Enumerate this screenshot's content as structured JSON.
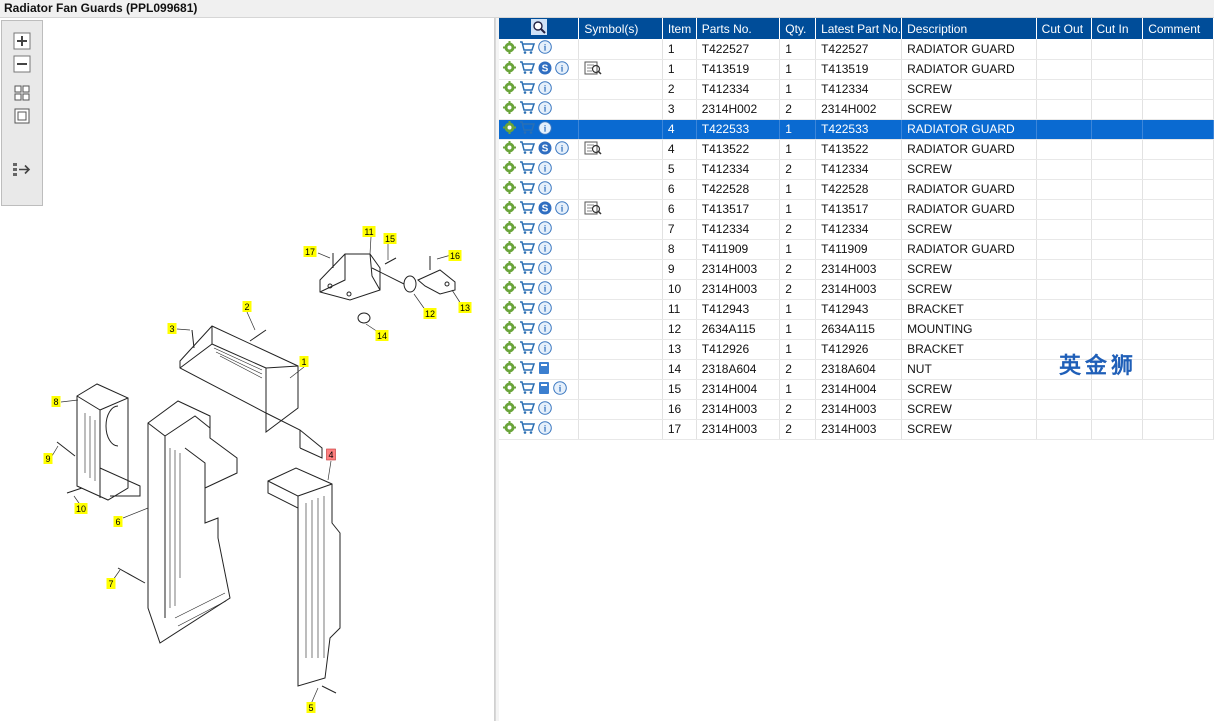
{
  "window": {
    "title": "Radiator Fan Guards (PPL099681)"
  },
  "toolbar": {
    "buttons": [
      {
        "name": "zoom-in",
        "icon": "plus-icon"
      },
      {
        "name": "zoom-out",
        "icon": "minus-icon"
      },
      {
        "name": "fit-all",
        "icon": "grid-icon"
      },
      {
        "name": "actual-size",
        "icon": "square-icon"
      },
      {
        "name": "show-list",
        "icon": "list-arrow-icon"
      }
    ]
  },
  "diagram": {
    "callouts": [
      "1",
      "2",
      "3",
      "4",
      "5",
      "6",
      "7",
      "8",
      "9",
      "10",
      "11",
      "12",
      "13",
      "14",
      "15",
      "16",
      "17"
    ],
    "highlighted_callout": "4"
  },
  "table": {
    "headers": [
      "",
      "Symbol(s)",
      "Item",
      "Parts No.",
      "Qty.",
      "Latest Part No.",
      "Description",
      "Cut Out",
      "Cut In",
      "Comment"
    ],
    "selected_index": 4,
    "rows": [
      {
        "icons": [
          "gear",
          "cart",
          "info"
        ],
        "symbol": false,
        "item": "1",
        "part": "T422527",
        "qty": "1",
        "latest": "T422527",
        "desc": "RADIATOR GUARD"
      },
      {
        "icons": [
          "gear",
          "cart",
          "s",
          "info"
        ],
        "symbol": true,
        "item": "1",
        "part": "T413519",
        "qty": "1",
        "latest": "T413519",
        "desc": "RADIATOR GUARD"
      },
      {
        "icons": [
          "gear",
          "cart",
          "info"
        ],
        "symbol": false,
        "item": "2",
        "part": "T412334",
        "qty": "1",
        "latest": "T412334",
        "desc": "SCREW"
      },
      {
        "icons": [
          "gear",
          "cart",
          "info"
        ],
        "symbol": false,
        "item": "3",
        "part": "2314H002",
        "qty": "2",
        "latest": "2314H002",
        "desc": "SCREW"
      },
      {
        "icons": [
          "gear",
          "cart",
          "info"
        ],
        "symbol": false,
        "item": "4",
        "part": "T422533",
        "qty": "1",
        "latest": "T422533",
        "desc": "RADIATOR GUARD"
      },
      {
        "icons": [
          "gear",
          "cart",
          "s",
          "info"
        ],
        "symbol": true,
        "item": "4",
        "part": "T413522",
        "qty": "1",
        "latest": "T413522",
        "desc": "RADIATOR GUARD"
      },
      {
        "icons": [
          "gear",
          "cart",
          "info"
        ],
        "symbol": false,
        "item": "5",
        "part": "T412334",
        "qty": "2",
        "latest": "T412334",
        "desc": "SCREW"
      },
      {
        "icons": [
          "gear",
          "cart",
          "info"
        ],
        "symbol": false,
        "item": "6",
        "part": "T422528",
        "qty": "1",
        "latest": "T422528",
        "desc": "RADIATOR GUARD"
      },
      {
        "icons": [
          "gear",
          "cart",
          "s",
          "info"
        ],
        "symbol": true,
        "item": "6",
        "part": "T413517",
        "qty": "1",
        "latest": "T413517",
        "desc": "RADIATOR GUARD"
      },
      {
        "icons": [
          "gear",
          "cart",
          "info"
        ],
        "symbol": false,
        "item": "7",
        "part": "T412334",
        "qty": "2",
        "latest": "T412334",
        "desc": "SCREW"
      },
      {
        "icons": [
          "gear",
          "cart",
          "info"
        ],
        "symbol": false,
        "item": "8",
        "part": "T411909",
        "qty": "1",
        "latest": "T411909",
        "desc": "RADIATOR GUARD"
      },
      {
        "icons": [
          "gear",
          "cart",
          "info"
        ],
        "symbol": false,
        "item": "9",
        "part": "2314H003",
        "qty": "2",
        "latest": "2314H003",
        "desc": "SCREW"
      },
      {
        "icons": [
          "gear",
          "cart",
          "info"
        ],
        "symbol": false,
        "item": "10",
        "part": "2314H003",
        "qty": "2",
        "latest": "2314H003",
        "desc": "SCREW"
      },
      {
        "icons": [
          "gear",
          "cart",
          "info"
        ],
        "symbol": false,
        "item": "11",
        "part": "T412943",
        "qty": "1",
        "latest": "T412943",
        "desc": "BRACKET"
      },
      {
        "icons": [
          "gear",
          "cart",
          "info"
        ],
        "symbol": false,
        "item": "12",
        "part": "2634A115",
        "qty": "1",
        "latest": "2634A115",
        "desc": "MOUNTING"
      },
      {
        "icons": [
          "gear",
          "cart",
          "info"
        ],
        "symbol": false,
        "item": "13",
        "part": "T412926",
        "qty": "1",
        "latest": "T412926",
        "desc": "BRACKET"
      },
      {
        "icons": [
          "gear",
          "cart",
          "book"
        ],
        "symbol": false,
        "item": "14",
        "part": "2318A604",
        "qty": "2",
        "latest": "2318A604",
        "desc": "NUT"
      },
      {
        "icons": [
          "gear",
          "cart",
          "book",
          "info"
        ],
        "symbol": false,
        "item": "15",
        "part": "2314H004",
        "qty": "1",
        "latest": "2314H004",
        "desc": "SCREW"
      },
      {
        "icons": [
          "gear",
          "cart",
          "info"
        ],
        "symbol": false,
        "item": "16",
        "part": "2314H003",
        "qty": "2",
        "latest": "2314H003",
        "desc": "SCREW"
      },
      {
        "icons": [
          "gear",
          "cart",
          "info"
        ],
        "symbol": false,
        "item": "17",
        "part": "2314H003",
        "qty": "2",
        "latest": "2314H003",
        "desc": "SCREW"
      }
    ]
  },
  "watermark": {
    "text": "英金狮",
    "color": "#1f5fb8"
  },
  "colors": {
    "header": "#004d99",
    "selected": "#0a6ad1",
    "callout_fill": "#ffff00",
    "callout_highlight": "#ff8080"
  }
}
